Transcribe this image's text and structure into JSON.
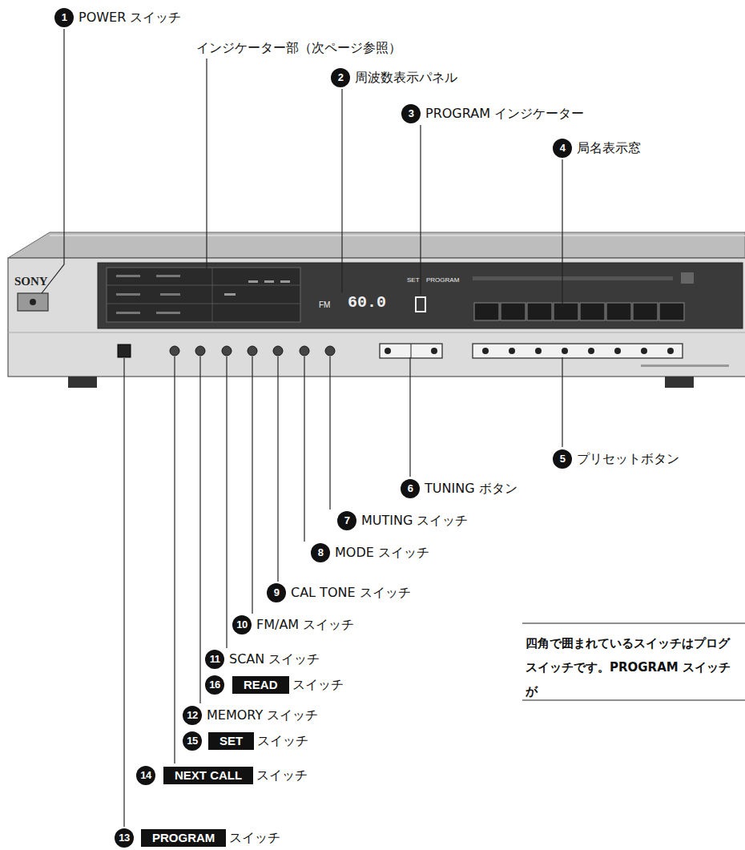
{
  "diagram": {
    "nodes": [
      {
        "text": [
          "READ"
        ]
      },
      {
        "text": [
          "SET"
        ]
      },
      {
        "text": [
          "NEXT CALL"
        ]
      },
      {
        "text": [
          "PROGRAM"
        ]
      }
    ],
    "labels": [
      "1",
      "POWER スイッチ",
      "インジケーター部（次ページ参照）",
      "2",
      "周波数表示パネル",
      "3",
      "PROGRAM インジケーター",
      "4",
      "局名表示窓",
      "5",
      "プリセットボタン",
      "6",
      "TUNING ボタン",
      "7",
      "MUTING スイッチ",
      "8",
      "MODE スイッチ",
      "9",
      "CAL TONE スイッチ",
      "10",
      "FM/AM スイッチ",
      "11",
      "SCAN スイッチ",
      "16",
      "スイッチ",
      "12",
      "MEMORY スイッチ",
      "15",
      "スイッチ",
      "14",
      "スイッチ",
      "13",
      "スイッチ",
      "四角で囲まれているスイッチはプログ スイッチです。PROGRAM スイッチが",
      "SONY",
      "FM",
      "60.0",
      "SET",
      "PROGRAM"
    ]
  }
}
